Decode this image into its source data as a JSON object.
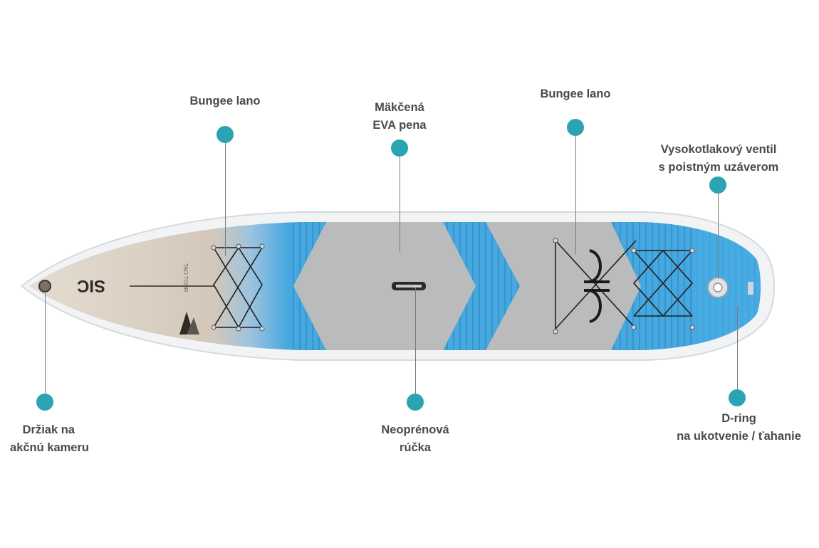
{
  "board": {
    "brand_mark": "SIC",
    "colors": {
      "accent": "#2aa3b3",
      "deck_blue": "#45a8e0",
      "foam_gray": "#b9bbbd",
      "nose_wood": "#d9cfc2",
      "rail": "#eef0f2",
      "label_text": "#4a4a4a"
    }
  },
  "callouts": [
    {
      "id": "bungee-left",
      "lines": [
        "Bungee lano"
      ]
    },
    {
      "id": "eva-foam",
      "lines": [
        "Mäkčená",
        "EVA pena"
      ]
    },
    {
      "id": "bungee-right",
      "lines": [
        "Bungee lano"
      ]
    },
    {
      "id": "valve",
      "lines": [
        "Vysokotlakový ventil",
        "s poistným uzáverom"
      ]
    },
    {
      "id": "camera-mount",
      "lines": [
        "Držiak na",
        "akčnú kameru"
      ]
    },
    {
      "id": "handle",
      "lines": [
        "Neoprénová",
        "rúčka"
      ]
    },
    {
      "id": "d-ring",
      "lines": [
        "D-ring",
        "na ukotvenie / ťahanie"
      ]
    }
  ]
}
